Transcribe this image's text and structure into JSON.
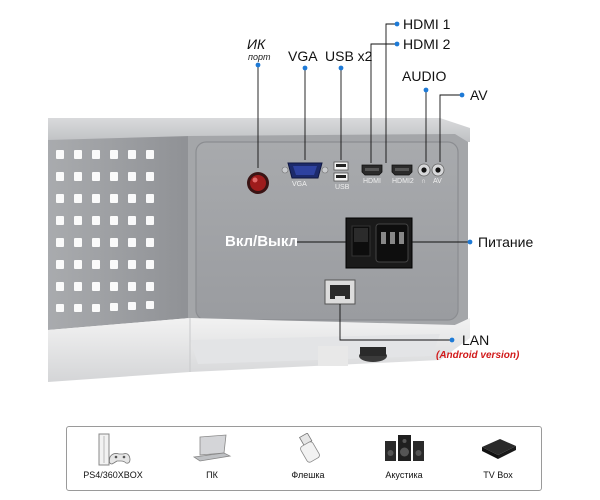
{
  "port_labels": {
    "ik": "ИК",
    "ik_sub": "порт",
    "vga": "VGA",
    "usb": "USB x2",
    "hdmi1": "HDMI 1",
    "hdmi2": "HDMI 2",
    "audio": "AUDIO",
    "av": "AV",
    "power": "Питание",
    "on_off": "Вкл/Выкл",
    "lan": "LAN",
    "lan_note": "(Android version)"
  },
  "silkscreen": {
    "vga": "VGA",
    "usb": "USB",
    "hdmi1": "HDMI",
    "hdmi2": "HDMI2",
    "audio": "∩",
    "av": "AV"
  },
  "devices": [
    {
      "label": "PS4/360XBOX",
      "icon": "game-console-icon"
    },
    {
      "label": "ПК",
      "icon": "laptop-icon"
    },
    {
      "label": "Флешка",
      "icon": "usb-flash-icon"
    },
    {
      "label": "Акустика",
      "icon": "speakers-icon"
    },
    {
      "label": "TV Box",
      "icon": "tv-box-icon"
    }
  ],
  "colors": {
    "pointer_dot": "#1e7ad6",
    "android_note": "#d11a1a",
    "body_grey": "#9fa1a4"
  }
}
